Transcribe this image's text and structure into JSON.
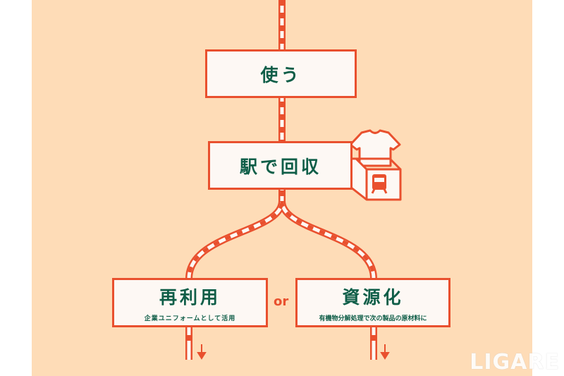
{
  "steps": {
    "use": {
      "title": "使う"
    },
    "collect": {
      "title": "駅で回収"
    },
    "reuse": {
      "title": "再利用",
      "subtitle": "企業ユニフォームとして活用"
    },
    "recycle": {
      "title": "資源化",
      "subtitle": "有機物分解処理で次の製品の原材料に"
    }
  },
  "connector": "or",
  "watermark": "LIGARE",
  "colors": {
    "accent": "#e9502e",
    "text": "#0f5e48",
    "background": "#fedcb7"
  }
}
